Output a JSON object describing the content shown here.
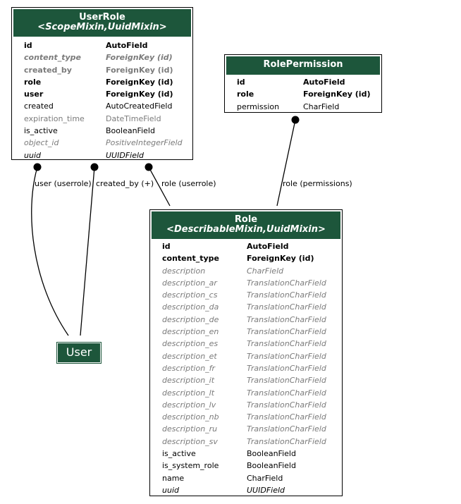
{
  "models": {
    "userrole": {
      "title": "UserRole",
      "mixins": "<ScopeMixin,UuidMixin>",
      "fields": [
        {
          "name": "id",
          "type": "AutoField",
          "style": "bold"
        },
        {
          "name": "content_type",
          "type": "ForeignKey (id)",
          "style": "bold-italic-gray"
        },
        {
          "name": "created_by",
          "type": "ForeignKey (id)",
          "style": "bold-gray"
        },
        {
          "name": "role",
          "type": "ForeignKey (id)",
          "style": "bold"
        },
        {
          "name": "user",
          "type": "ForeignKey (id)",
          "style": "bold"
        },
        {
          "name": "created",
          "type": "AutoCreatedField",
          "style": "normal"
        },
        {
          "name": "expiration_time",
          "type": "DateTimeField",
          "style": "gray"
        },
        {
          "name": "is_active",
          "type": "BooleanField",
          "style": "normal"
        },
        {
          "name": "object_id",
          "type": "PositiveIntegerField",
          "style": "italic-gray"
        },
        {
          "name": "uuid",
          "type": "UUIDField",
          "style": "italic"
        }
      ]
    },
    "rolepermission": {
      "title": "RolePermission",
      "fields": [
        {
          "name": "id",
          "type": "AutoField",
          "style": "bold"
        },
        {
          "name": "role",
          "type": "ForeignKey (id)",
          "style": "bold"
        },
        {
          "name": "permission",
          "type": "CharField",
          "style": "normal"
        }
      ]
    },
    "role": {
      "title": "Role",
      "mixins": "<DescribableMixin,UuidMixin>",
      "fields": [
        {
          "name": "id",
          "type": "AutoField",
          "style": "bold"
        },
        {
          "name": "content_type",
          "type": "ForeignKey (id)",
          "style": "bold"
        },
        {
          "name": "description",
          "type": "CharField",
          "style": "italic-gray"
        },
        {
          "name": "description_ar",
          "type": "TranslationCharField",
          "style": "italic-gray"
        },
        {
          "name": "description_cs",
          "type": "TranslationCharField",
          "style": "italic-gray"
        },
        {
          "name": "description_da",
          "type": "TranslationCharField",
          "style": "italic-gray"
        },
        {
          "name": "description_de",
          "type": "TranslationCharField",
          "style": "italic-gray"
        },
        {
          "name": "description_en",
          "type": "TranslationCharField",
          "style": "italic-gray"
        },
        {
          "name": "description_es",
          "type": "TranslationCharField",
          "style": "italic-gray"
        },
        {
          "name": "description_et",
          "type": "TranslationCharField",
          "style": "italic-gray"
        },
        {
          "name": "description_fr",
          "type": "TranslationCharField",
          "style": "italic-gray"
        },
        {
          "name": "description_it",
          "type": "TranslationCharField",
          "style": "italic-gray"
        },
        {
          "name": "description_lt",
          "type": "TranslationCharField",
          "style": "italic-gray"
        },
        {
          "name": "description_lv",
          "type": "TranslationCharField",
          "style": "italic-gray"
        },
        {
          "name": "description_nb",
          "type": "TranslationCharField",
          "style": "italic-gray"
        },
        {
          "name": "description_ru",
          "type": "TranslationCharField",
          "style": "italic-gray"
        },
        {
          "name": "description_sv",
          "type": "TranslationCharField",
          "style": "italic-gray"
        },
        {
          "name": "is_active",
          "type": "BooleanField",
          "style": "normal"
        },
        {
          "name": "is_system_role",
          "type": "BooleanField",
          "style": "normal"
        },
        {
          "name": "name",
          "type": "CharField",
          "style": "normal"
        },
        {
          "name": "uuid",
          "type": "UUIDField",
          "style": "italic"
        }
      ]
    },
    "user": {
      "title": "User"
    }
  },
  "relations": {
    "user_userrole": "user (userrole)",
    "created_by": "created_by (+)",
    "role_userrole": "role (userrole)",
    "role_permissions": "role (permissions)"
  },
  "colors": {
    "header_bg": "#1d563b",
    "header_text": "#ffffff",
    "muted_text": "#7b7b7b",
    "edge": "#000000"
  }
}
